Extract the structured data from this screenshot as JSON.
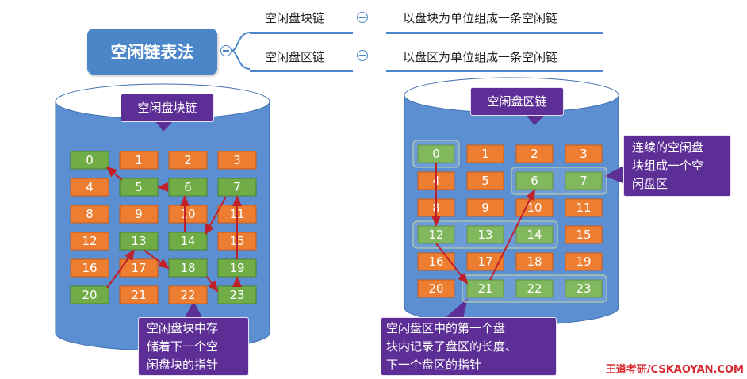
{
  "mindmap": {
    "root": "空闲链表法",
    "branches": [
      {
        "name": "空闲盘块链",
        "desc": "以盘块为单位组成一条空闲链"
      },
      {
        "name": "空闲盘区链",
        "desc": "以盘区为单位组成一条空闲链"
      }
    ]
  },
  "left_diagram": {
    "title": "空闲盘块链",
    "cells": [
      "0",
      "1",
      "2",
      "3",
      "4",
      "5",
      "6",
      "7",
      "8",
      "9",
      "10",
      "11",
      "12",
      "13",
      "14",
      "15",
      "16",
      "17",
      "18",
      "19",
      "20",
      "21",
      "22",
      "23"
    ],
    "free_blocks": [
      "0",
      "5",
      "6",
      "7",
      "13",
      "14",
      "18",
      "19",
      "20",
      "23"
    ],
    "note": [
      "空闲盘块中存",
      "储着下一个空",
      "闲盘块的指针"
    ]
  },
  "right_diagram": {
    "title": "空闲盘区链",
    "cells": [
      "0",
      "1",
      "2",
      "3",
      "4",
      "5",
      "6",
      "7",
      "8",
      "9",
      "10",
      "11",
      "12",
      "13",
      "14",
      "15",
      "16",
      "17",
      "18",
      "19",
      "20",
      "21",
      "22",
      "23"
    ],
    "free_extents": [
      [
        "0"
      ],
      [
        "6",
        "7"
      ],
      [
        "12",
        "13",
        "14"
      ],
      [
        "21",
        "22",
        "23"
      ]
    ],
    "side_note": [
      "连续的空闲盘",
      "块组成一个空",
      "闲盘区"
    ],
    "note": [
      "空闲盘区中的第一个盘",
      "块内记录了盘区的长度、",
      "下一个盘区的指针"
    ]
  },
  "watermark": "王道考研/CSKAOYAN.COM",
  "colors": {
    "free_block": "#70ad47",
    "used_block": "#ed7d31",
    "disk": "#5b8fd1",
    "bubble": "#5d2f96",
    "accent_blue": "#4a86c8",
    "arrow": "#c0202a"
  }
}
